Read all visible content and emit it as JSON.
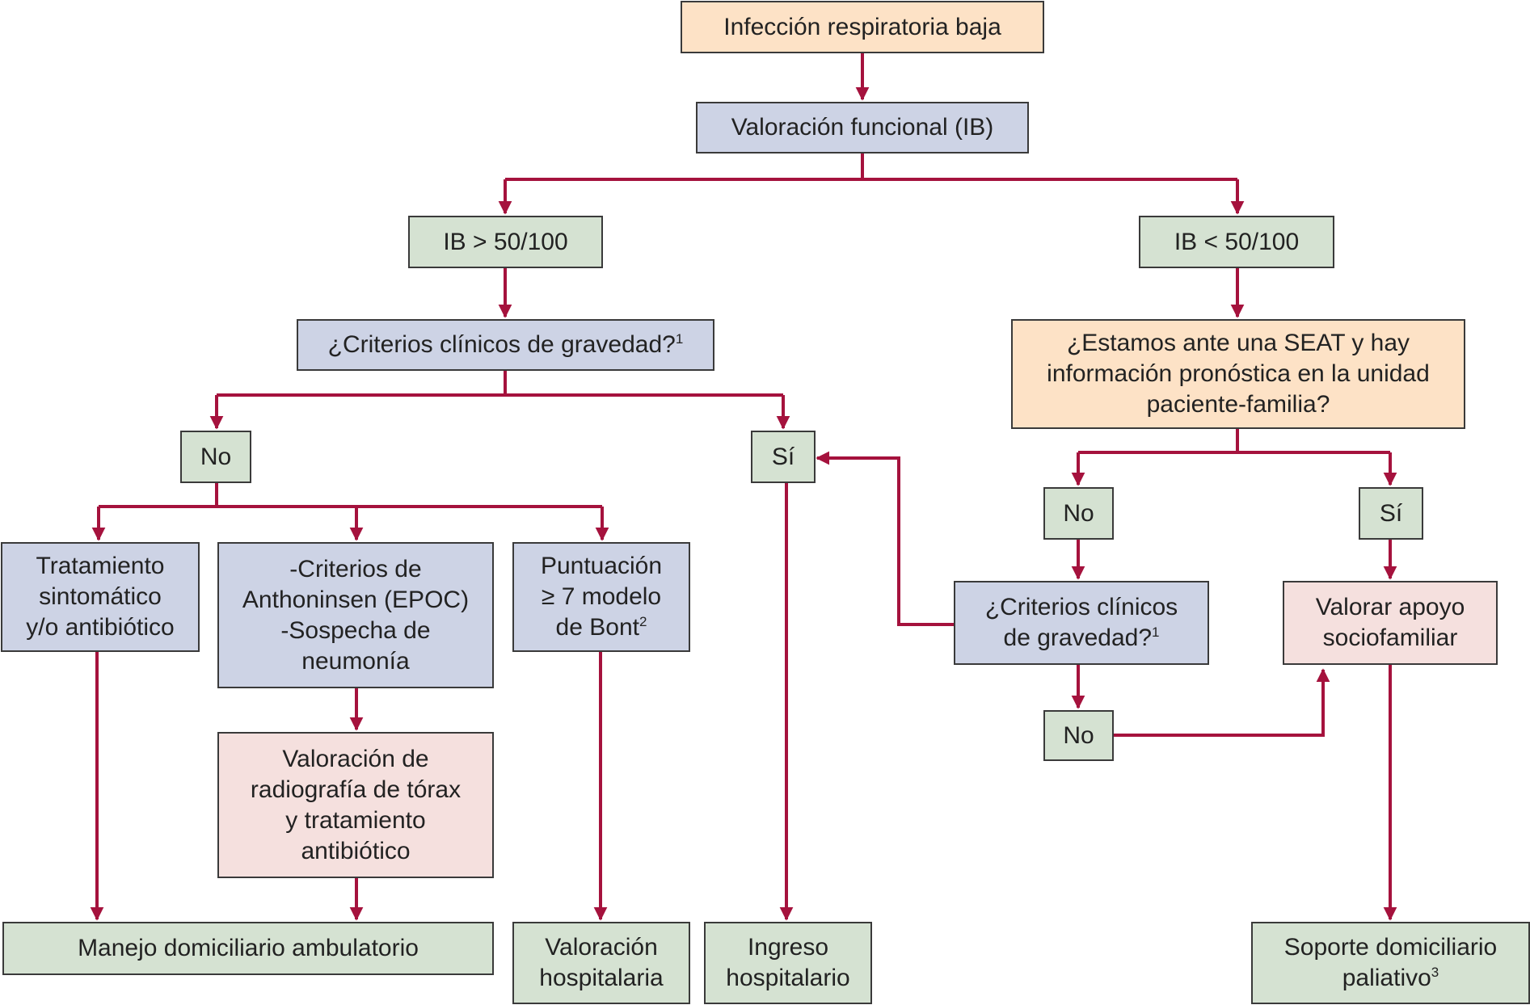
{
  "colors": {
    "line": "#a5123d",
    "orange": "#fde2c6",
    "blue": "#cdd3e5",
    "green": "#d5e2d2",
    "pink": "#f5e0de",
    "border": "#3a3a3a"
  },
  "nodes": {
    "infeccion": "Infección respiratoria baja",
    "valoracion_funcional": "Valoración funcional (IB)",
    "ib_mayor": "IB > 50/100",
    "ib_menor": "IB < 50/100",
    "criterios_left": "¿Criterios clínicos de gravedad?",
    "criterios_left_sup": "1",
    "seat": "¿Estamos ante una SEAT y hay\ninformación pronóstica en la unidad\npaciente-familia?",
    "no_left": "No",
    "si_mid": "Sí",
    "no_right": "No",
    "si_right": "Sí",
    "tratamiento": "Tratamiento\nsintomático\ny/o antibiótico",
    "anthonisen": "-Criterios de\nAnthoninsen (EPOC)\n-Sospecha de\nneumonía",
    "puntuacion": "Puntuación\n≥ 7 modelo\nde Bont",
    "puntuacion_sup": "2",
    "criterios_right": "¿Criterios clínicos\nde gravedad?",
    "criterios_right_sup": "1",
    "valorar_apoyo": "Valorar apoyo\nsociofamiliar",
    "no_lower": "No",
    "radiografia": "Valoración de\nradiografía de tórax\ny tratamiento\nantibiótico",
    "manejo": "Manejo domiciliario ambulatorio",
    "valoracion_hosp": "Valoración\nhospitalaria",
    "ingreso": "Ingreso\nhospitalario",
    "soporte": "Soporte domiciliario\npaliativo",
    "soporte_sup": "3"
  }
}
